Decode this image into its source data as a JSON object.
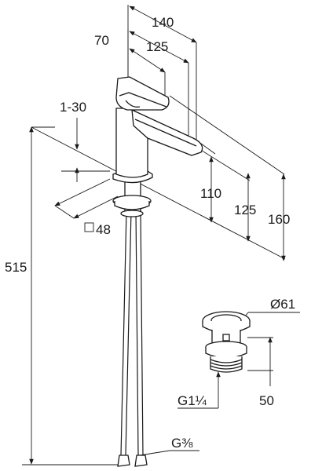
{
  "faucet": {
    "dimensions": {
      "width_total": "140",
      "spout_reach": "125",
      "lever_width": "70",
      "height_spout": "110",
      "height_body": "125",
      "height_total": "160",
      "deck_thickness": "1-30",
      "hole_size": "48",
      "hose_length": "515",
      "thread": "G⅜"
    }
  },
  "drain_valve": {
    "dimensions": {
      "diameter": "Ø61",
      "height": "50",
      "thread": "G1¼"
    }
  }
}
